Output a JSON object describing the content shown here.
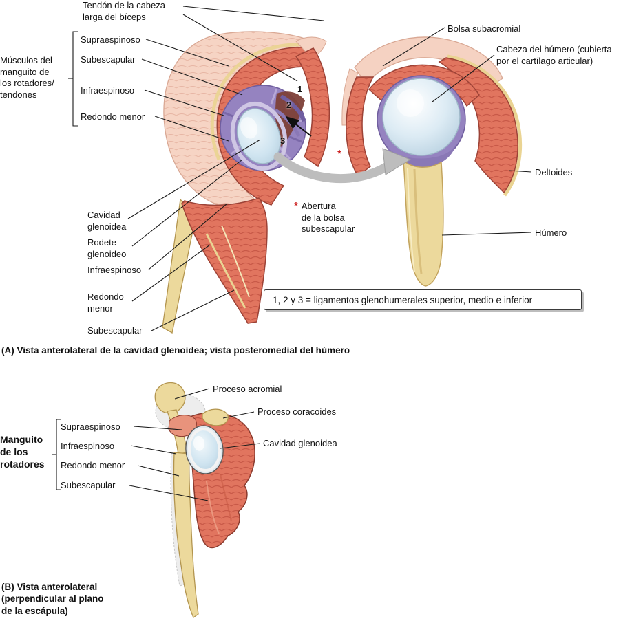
{
  "panel_a": {
    "caption": "(A) Vista anterolateral de la cavidad glenoidea; vista posteromedial del húmero",
    "group_label": "Músculos del\nmanguito de\nlos rotadores/\ntendones",
    "labels": {
      "tendon_biceps": "Tendón de la cabeza\nlarga del bíceps",
      "supraespinoso": "Supraespinoso",
      "subescapular": "Subescapular",
      "infraespinoso": "Infraespinoso",
      "redondo_menor": "Redondo menor",
      "bolsa_subacromial": "Bolsa subacromial",
      "cabeza_humero": "Cabeza del húmero (cubierta\npor el cartílago articular)",
      "deltoides": "Deltoides",
      "humero": "Húmero",
      "cavidad_glenoidea": "Cavidad\nglenoidea",
      "rodete_glenoideo": "Rodete\nglenoideo",
      "infraespinoso_inferior": "Infraespinoso",
      "redondo_menor_inferior": "Redondo\nmenor",
      "subescapular_inferior": "Subescapular"
    },
    "annotations": {
      "asterisk": "*",
      "abertura": "Abertura\nde la bolsa\nsubescapular",
      "num1": "1",
      "num2": "2",
      "num3": "3",
      "legend": "1, 2 y 3 = ligamentos glenohumerales superior, medio e inferior"
    }
  },
  "panel_b": {
    "caption": "(B) Vista anterolateral\n(perpendicular al plano\nde la escápula)",
    "group_label": "Manguito\nde los\nrotadores",
    "labels": {
      "proceso_acromial": "Proceso acromial",
      "proceso_coracoides": "Proceso coracoides",
      "cavidad_glenoidea": "Cavidad glenoidea",
      "supraespinoso": "Supraespinoso",
      "infraespinoso": "Infraespinoso",
      "redondo_menor": "Redondo menor",
      "subescapular": "Subescapular"
    }
  },
  "colors": {
    "muscle_red": "#e1755f",
    "flesh_pink": "#f6d4c4",
    "bone_tan": "#ecd99c",
    "capsule_purple": "#9583c0",
    "cartilage_blue": "#cfe4f0",
    "asterisk_red": "#cc2222",
    "arrow_gray": "#bdbdbd"
  }
}
